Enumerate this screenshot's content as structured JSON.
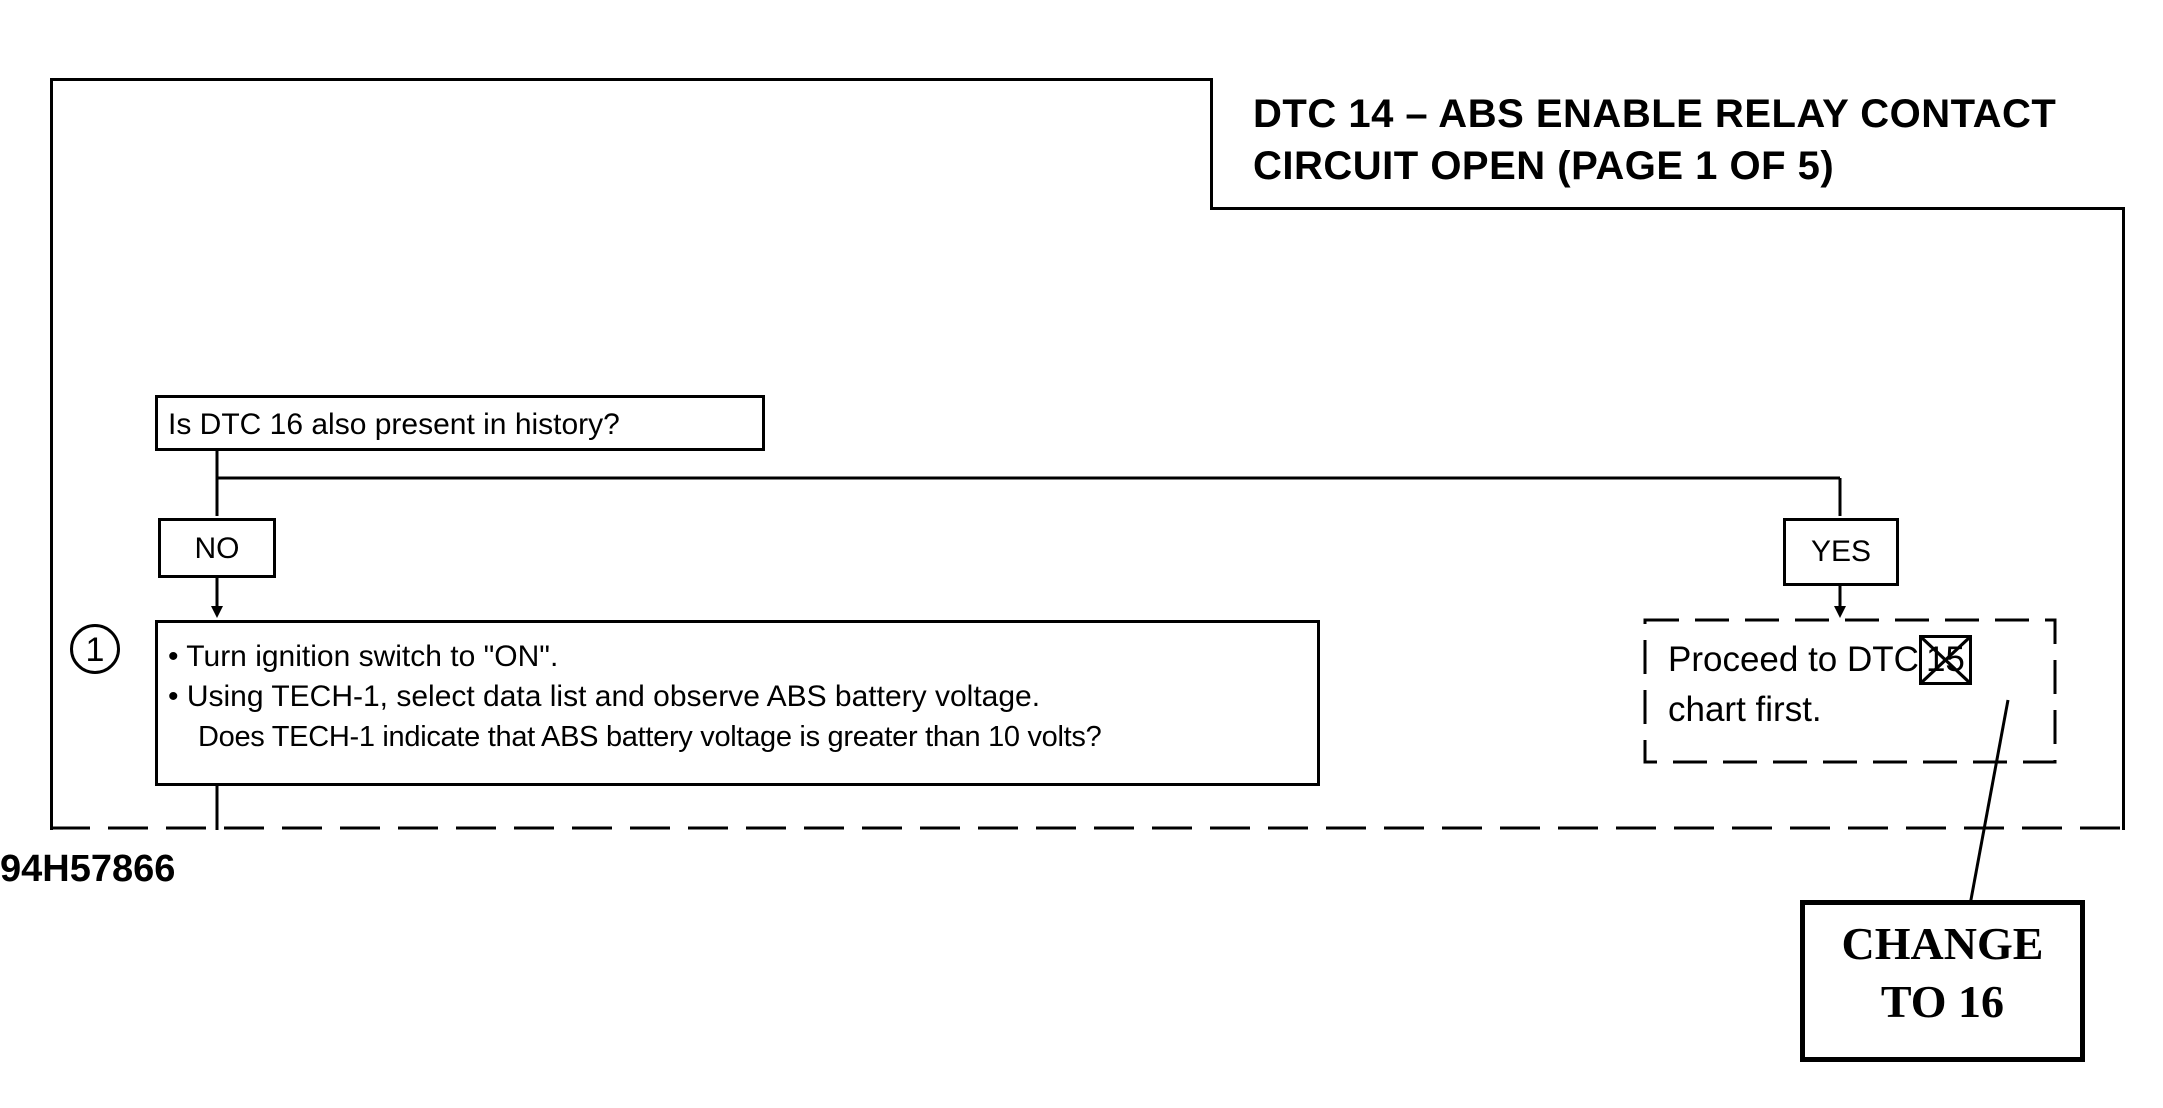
{
  "title": {
    "line1": "DTC 14 – ABS ENABLE RELAY CONTACT",
    "line2": "CIRCUIT OPEN (PAGE 1 OF 5)"
  },
  "question": "Is DTC 16 also present in history?",
  "branches": {
    "no_label": "NO",
    "yes_label": "YES"
  },
  "step1": {
    "number": "1",
    "bullet1": "• Turn ignition switch to \"ON\".",
    "bullet2": "• Using TECH-1, select data list and observe ABS battery voltage.",
    "condition": "Does TECH-1 indicate that ABS battery voltage is greater than 10 volts?"
  },
  "yes_action": {
    "text_before": "Proceed to DTC",
    "struck_value": "15",
    "text_after": "chart first."
  },
  "correction": {
    "line1": "CHANGE",
    "line2": "TO 16"
  },
  "figure_id": "94H57866"
}
